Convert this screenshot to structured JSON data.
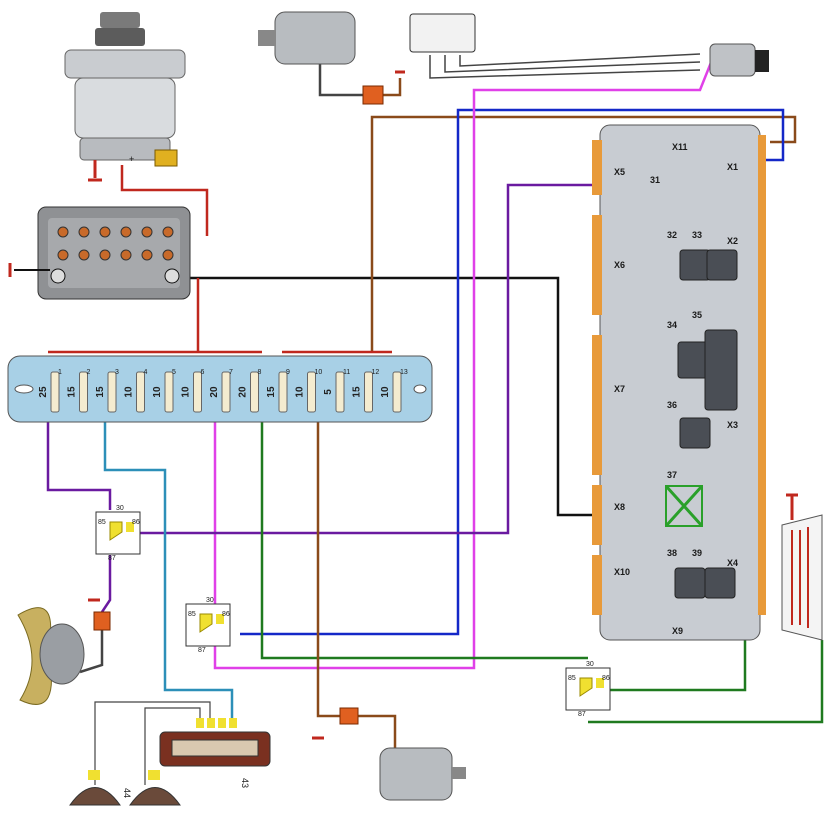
{
  "block": {
    "connectors": [
      "X11",
      "X1",
      "X5",
      "X2",
      "X6",
      "X7",
      "X3",
      "X8",
      "X10",
      "X4",
      "X9"
    ],
    "switch_numbers": [
      "31",
      "32",
      "33",
      "34",
      "35",
      "36",
      "37",
      "38",
      "39"
    ]
  },
  "fuse_box": {
    "fuse_numbers": [
      "1",
      "2",
      "3",
      "4",
      "5",
      "6",
      "7",
      "8",
      "9",
      "10",
      "11",
      "12",
      "13"
    ],
    "fuse_ratings": [
      "25",
      "15",
      "15",
      "10",
      "10",
      "10",
      "20",
      "20",
      "15",
      "10",
      "5",
      "15",
      "10"
    ]
  },
  "relays": {
    "pin_labels": [
      "30",
      "85",
      "86",
      "87"
    ]
  },
  "radio": {
    "label": "43"
  },
  "speaker": {
    "label": "44"
  },
  "alternator": {
    "terminal_label": "+"
  },
  "colors": {
    "red": "#c0281e",
    "brown": "#8a4a1a",
    "black": "#111111",
    "blue": "#1428c8",
    "magenta": "#e040e8",
    "purple": "#6a1aa0",
    "green": "#1f7a1f",
    "teal": "#2c8fb8",
    "block_fill": "#c8ccd2",
    "fuse_fill": "#a8d0e6",
    "connector_orange": "#e89a3a",
    "contact_yellow": "#f0e030"
  },
  "icons": [
    "alternator-icon",
    "battery-icon",
    "motor-icon",
    "relay-icon",
    "regulator-icon",
    "switch-icon",
    "fan-icon",
    "radio-icon",
    "speaker-icon",
    "heater-icon",
    "ground-icon"
  ]
}
